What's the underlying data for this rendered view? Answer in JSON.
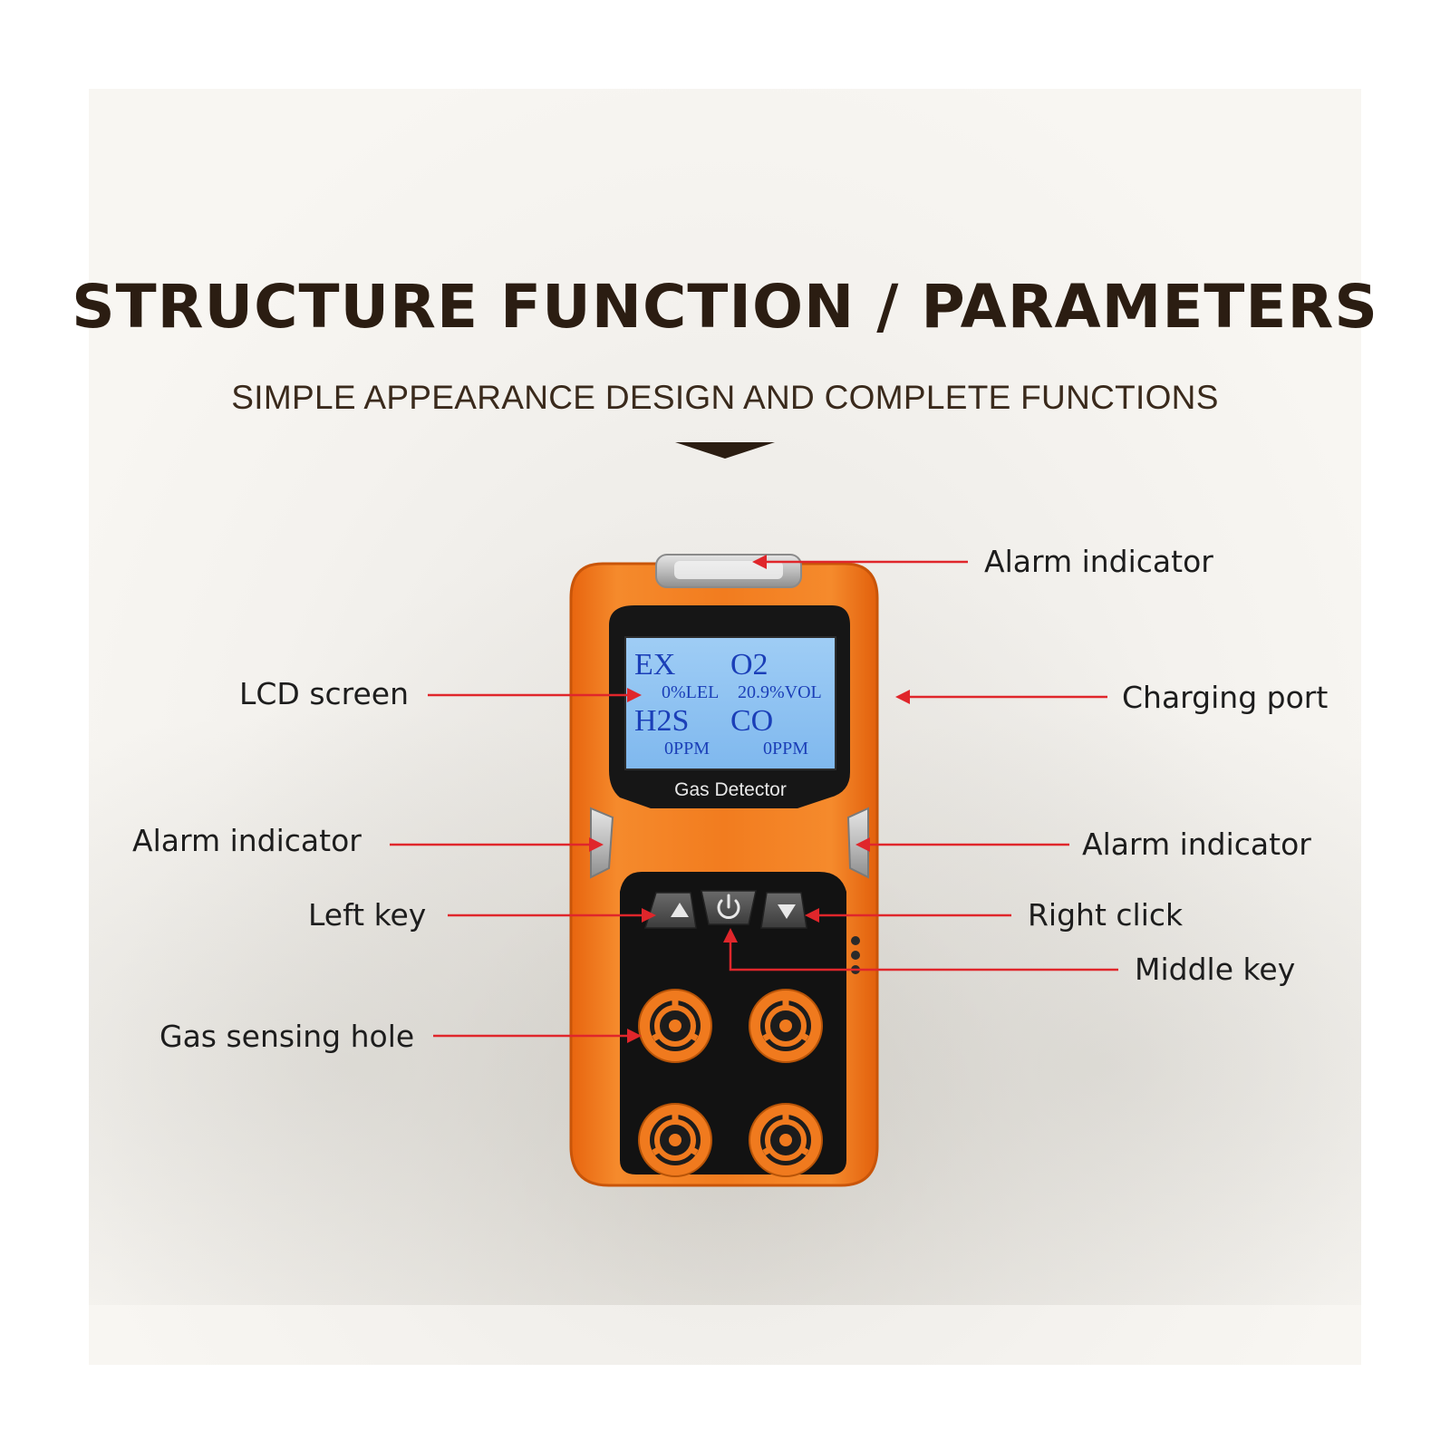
{
  "title": "STRUCTURE FUNCTION / PARAMETERS",
  "subtitle": "SIMPLE APPEARANCE DESIGN AND COMPLETE FUNCTIONS",
  "device": {
    "brand_label": "Gas Detector",
    "lcd": {
      "ex_label": "EX",
      "ex_value": "0%LEL",
      "o2_label": "O2",
      "o2_value": "20.9%VOL",
      "h2s_label": "H2S",
      "h2s_value": "0PPM",
      "co_label": "CO",
      "co_value": "0PPM"
    }
  },
  "callouts": {
    "alarm_top": "Alarm indicator",
    "lcd_screen": "LCD screen",
    "charging_port": "Charging port",
    "alarm_left": "Alarm indicator",
    "alarm_right": "Alarm indicator",
    "left_key": "Left key",
    "right_click": "Right click",
    "middle_key": "Middle key",
    "gas_hole": "Gas sensing hole"
  },
  "colors": {
    "device_orange": "#f07a1e",
    "lcd_blue": "#8fc4f2",
    "callout_red": "#e0262b",
    "title_brown": "#2b1d12"
  }
}
